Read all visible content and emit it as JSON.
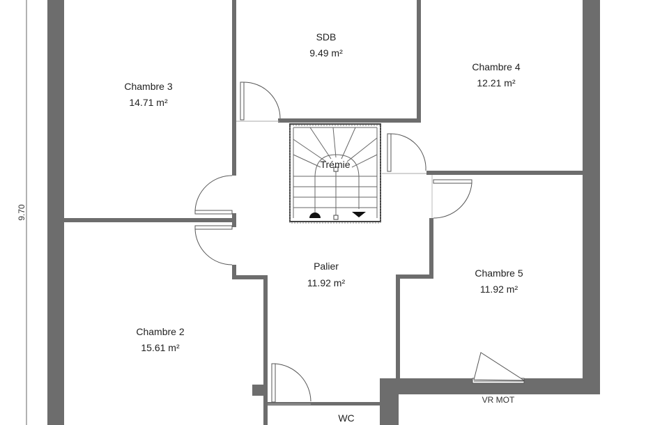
{
  "rooms": {
    "sdb": {
      "name": "SDB",
      "area": "9.49 m²"
    },
    "chambre3": {
      "name": "Chambre 3",
      "area": "14.71 m²"
    },
    "chambre4": {
      "name": "Chambre 4",
      "area": "12.21 m²"
    },
    "tremie": {
      "name": "Trémie"
    },
    "palier": {
      "name": "Palier",
      "area": "11.92 m²"
    },
    "chambre5": {
      "name": "Chambre 5",
      "area": "11.92 m²"
    },
    "chambre2": {
      "name": "Chambre 2",
      "area": "15.61 m²"
    },
    "wc": {
      "name": "WC"
    }
  },
  "annotations": {
    "dimension": "9.70",
    "vr_mot": "VR MOT"
  },
  "colors": {
    "wall": "#6d6d6d",
    "background": "#ffffff"
  }
}
